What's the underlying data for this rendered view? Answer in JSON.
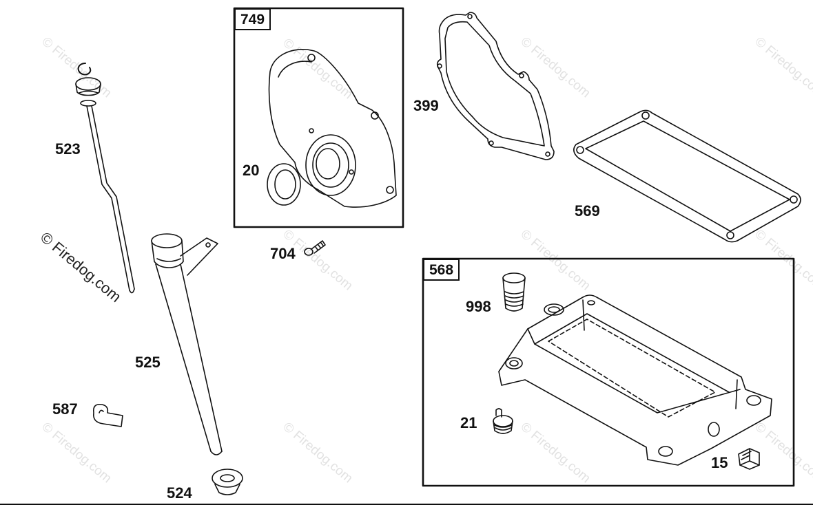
{
  "watermark": "© Firedog.com",
  "callouts": {
    "c749": "749",
    "c568": "568"
  },
  "parts": {
    "p523": "523",
    "p525": "525",
    "p587": "587",
    "p524": "524",
    "p20": "20",
    "p704": "704",
    "p399": "399",
    "p569": "569",
    "p998": "998",
    "p21": "21",
    "p15": "15"
  }
}
